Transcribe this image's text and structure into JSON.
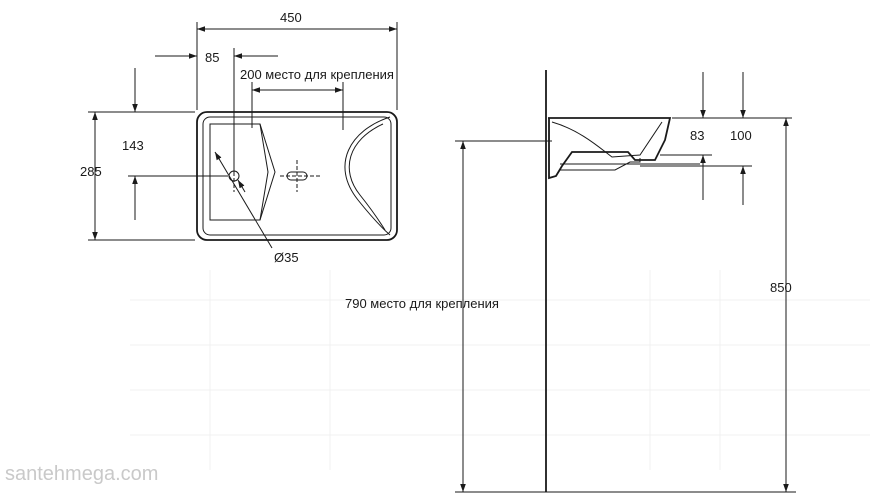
{
  "top_view": {
    "width_label": "450",
    "drain_offset_label": "85",
    "mounting_label": "200 место для крепления",
    "depth_label": "285",
    "drain_depth_label": "143",
    "drain_diameter_label": "Ø35"
  },
  "side_view": {
    "rim_label": "83",
    "drain_label": "100",
    "height_label": "850",
    "mounting_height_label": "790 место для крепления"
  },
  "watermark": "santehmega.com"
}
